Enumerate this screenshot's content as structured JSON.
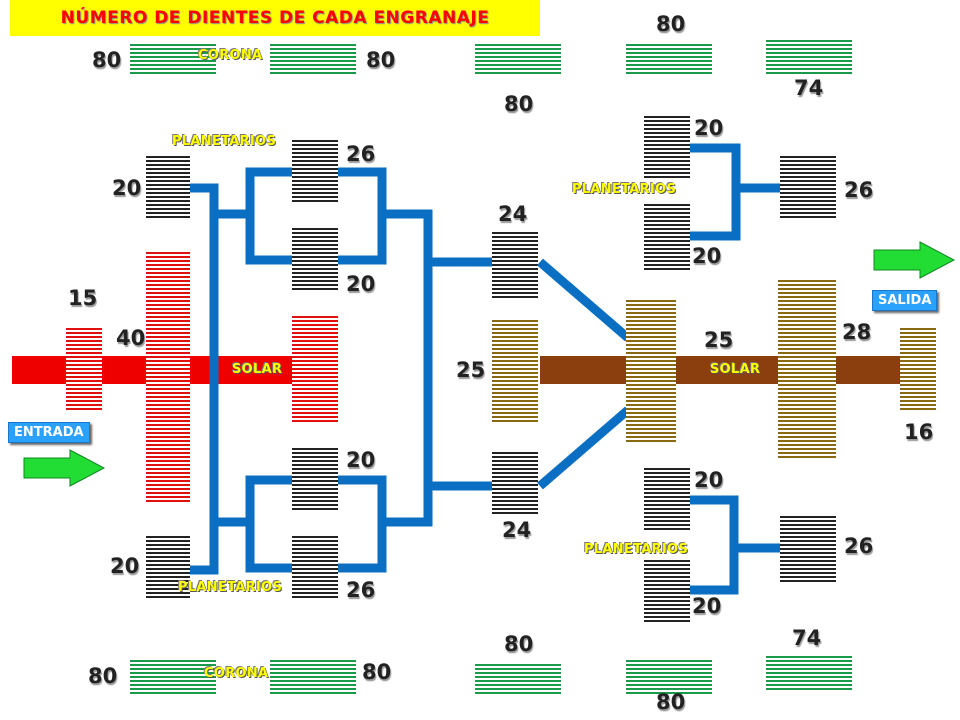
{
  "title": "NÚMERO DE DIENTES DE CADA ENGRANAJE",
  "labels": {
    "corona_top": "CORONA",
    "corona_bottom": "CORONA",
    "planetarios_1_top": "PLANETARIOS",
    "planetarios_1_bottom": "PLANETARIOS",
    "planetarios_2_top": "PLANETARIOS",
    "planetarios_2_bottom": "PLANETARIOS",
    "solar_1": "SOLAR",
    "solar_2": "SOLAR",
    "entrada": "ENTRADA",
    "salida": "SALIDA"
  },
  "numbers": {
    "corona1_top_left": "80",
    "corona1_top_right": "80",
    "corona1_bottom_left": "80",
    "corona1_bottom_right": "80",
    "corona2_top": "80",
    "corona2_top_sub": "80",
    "corona2_bottom": "80",
    "corona2_bottom_sub": "80",
    "corona3_top": "74",
    "corona3_bottom": "74",
    "input_gear": "15",
    "left_gear": "40",
    "left_upper": "20",
    "left_lower": "20",
    "planet1_a": "26",
    "planet1_b": "20",
    "planet1_c": "20",
    "planet1_d": "26",
    "mid_upper": "24",
    "mid_center": "25",
    "mid_lower": "24",
    "sun2": "25",
    "planet2_upper_a": "20",
    "planet2_upper_b": "20",
    "planet2_upper_out": "26",
    "planet2_lower_a": "20",
    "planet2_lower_b": "20",
    "planet2_lower_out": "26",
    "right_gear": "28",
    "output_gear": "16"
  },
  "colors": {
    "title_bg": "#ffff00",
    "title_text": "#ff0000",
    "link_blue": "#0a6fc2",
    "ring_green": "#1a9a4a",
    "red_gear": "#e01010",
    "dark_gear": "#222222",
    "olive_gear": "#8a6a10",
    "brown_shaft": "#8b3f0f",
    "arrow_green": "#22dd33"
  }
}
